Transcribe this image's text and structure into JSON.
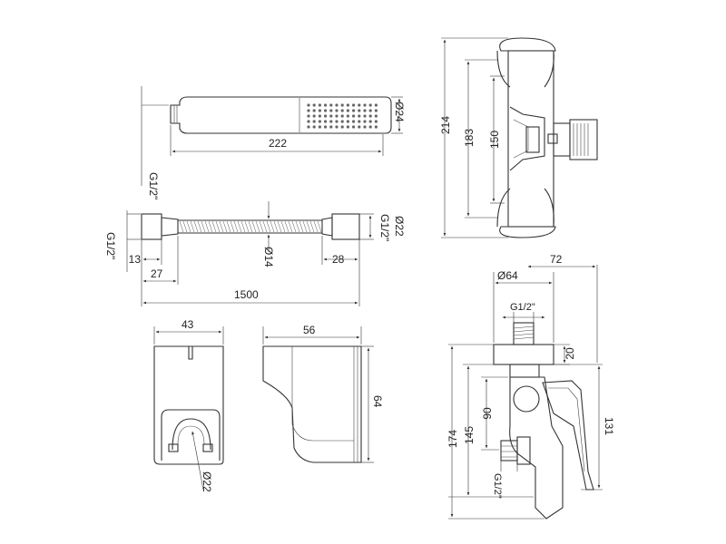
{
  "drawing": {
    "hand_shower": {
      "dia": "Ø24",
      "length": "222",
      "thread": "G1/2\""
    },
    "hose": {
      "thread_left": "G1/2\"",
      "thread_right": "G1/2\"",
      "dia_right": "Ø22",
      "dia_mid": "Ø14",
      "d13": "13",
      "d27": "27",
      "d28": "28",
      "length": "1500"
    },
    "holder": {
      "width": "43",
      "dia": "Ø22"
    },
    "holder_side": {
      "width": "56",
      "height": "64"
    },
    "mixer_side": {
      "h214": "214",
      "h183": "183",
      "h150": "150"
    },
    "mixer_front": {
      "dia64": "Ø64",
      "w72": "72",
      "thread_top": "G1/2\"",
      "d20": "20",
      "d90": "90",
      "d131": "131",
      "d145": "145",
      "d174": "174",
      "thread_bottom": "G1/2\""
    }
  }
}
